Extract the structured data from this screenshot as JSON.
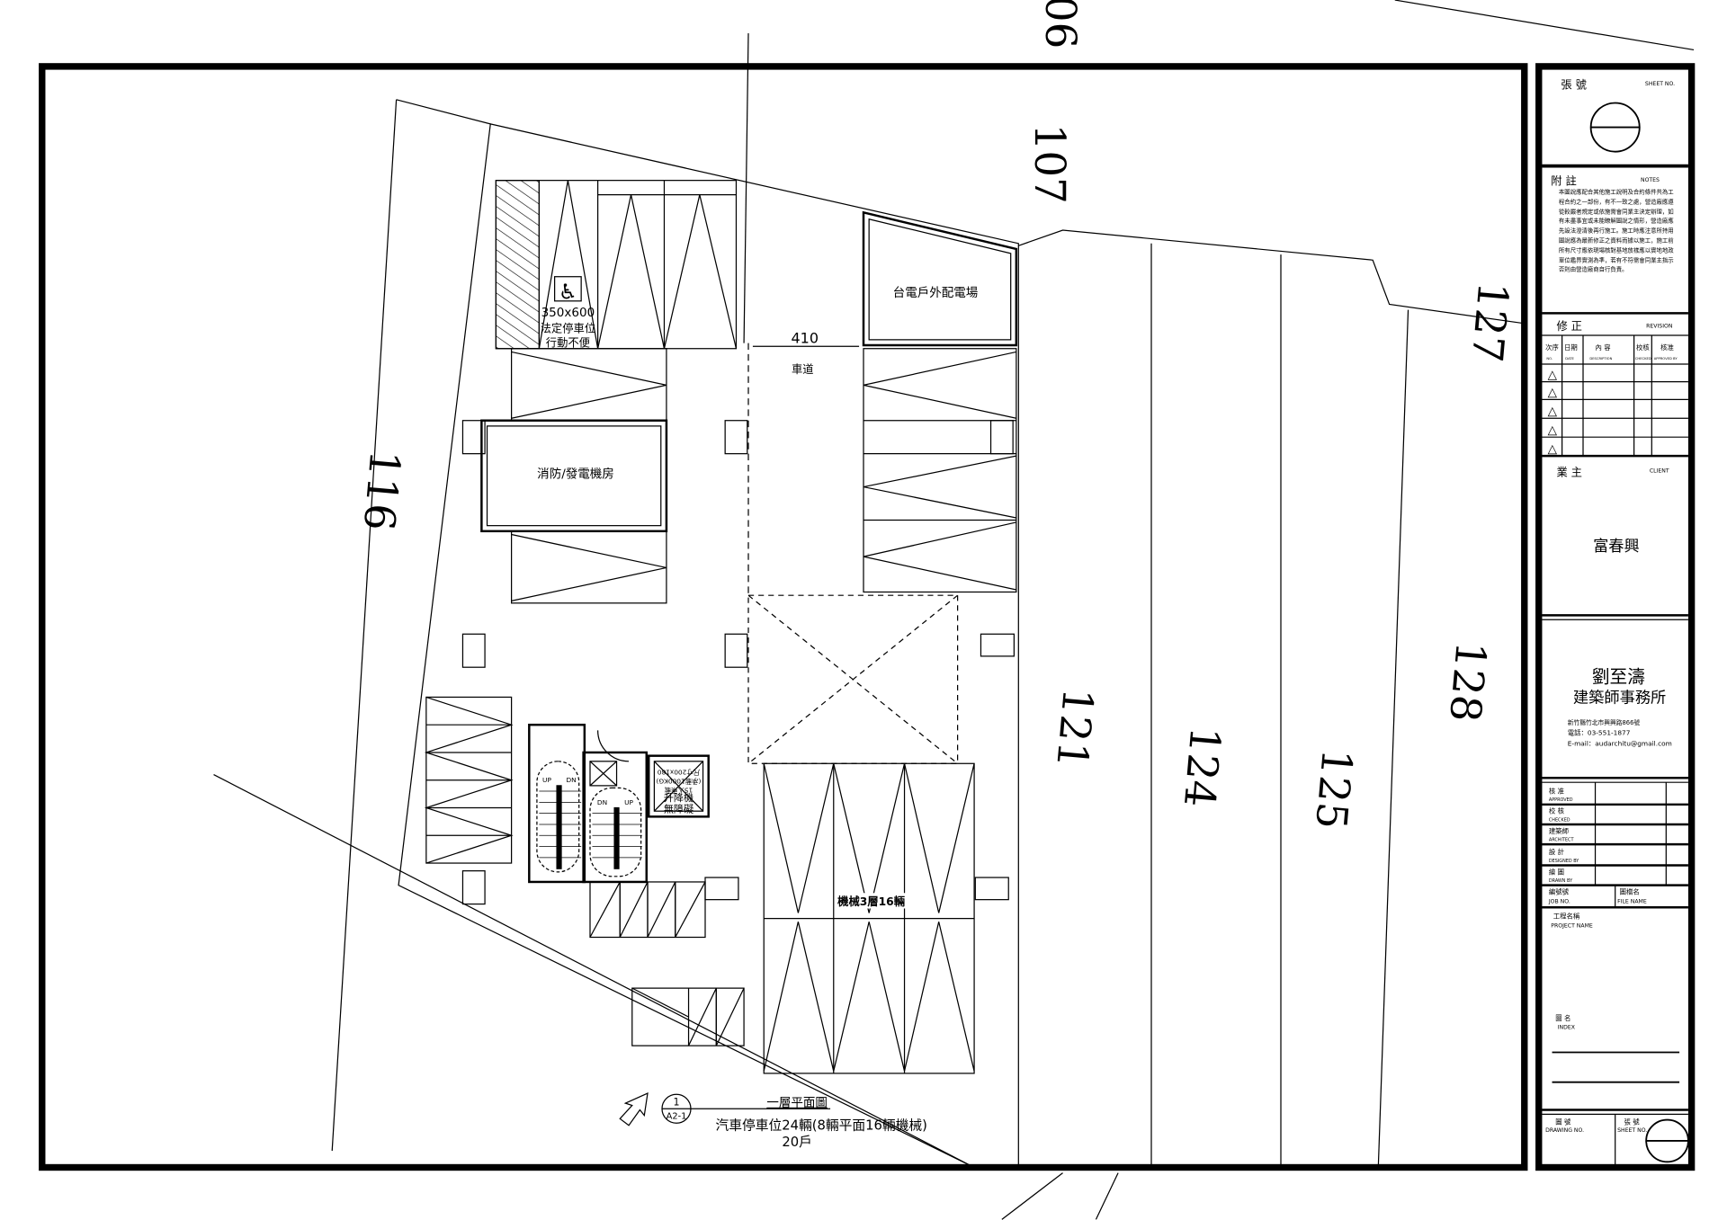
{
  "drawing": {
    "lot_numbers": [
      "06",
      "107",
      "116",
      "121",
      "124",
      "125",
      "127",
      "128"
    ],
    "rooms": {
      "generator_room": "消防/發電機房",
      "power_room": "台電戶外配電場",
      "mechanical_parking": "機械3層16輛",
      "elevator_lines": [
        "升降機",
        "無障礙"
      ],
      "elevator_mirrored": [
        "15人乘載",
        "(承載1000KG)",
        "尺寸200x180"
      ]
    },
    "accessible_stall": {
      "size": "350x600",
      "line1": "法定停車位",
      "line2": "行動不便"
    },
    "driveway": {
      "width": "410",
      "label": "車道"
    },
    "stairs": {
      "labels": [
        "UP",
        "DN",
        "DN",
        "UP"
      ]
    },
    "plan_title": {
      "title": "一層平面圖",
      "parking": "汽車停車位24輛(8輛平面16輛機械)",
      "units": "20戶",
      "ref_num": "1",
      "ref_sheet": "A2-1"
    }
  },
  "title_block": {
    "sheet_no_zh": "張 號",
    "sheet_no_en": "SHEET NO.",
    "notes_zh": "附 註",
    "notes_en": "NOTES",
    "notes_text": "本圖說應配合其他施工說明及合約條件共為工程合約之一部份，有不一致之處，營造廠應遵從較嚴者規定或依施需會同業主決定辦理，如有未盡事宜或未能瞭解圖說之情形，營造廠應先設法澄清後再行施工。施工時應注意所持用圖說應為最新修正之資料而據以施工，施工前所有尺寸應依現場核對基地放樣應以實地地政單位鑑界實測為準，若有不符需會同業主指示否則由營造廠商自行負責。",
    "revision_zh": "修 正",
    "revision_en": "REVISION",
    "rev_headers": [
      {
        "zh": "次序",
        "en": "NO."
      },
      {
        "zh": "日期",
        "en": "DATE"
      },
      {
        "zh": "內 容",
        "en": "DESCRIPTION"
      },
      {
        "zh": "校核",
        "en": "CHECKED"
      },
      {
        "zh": "核准",
        "en": "APPROVED BY"
      }
    ],
    "rev_rows": [
      "△",
      "△",
      "△",
      "△",
      "△"
    ],
    "client_zh": "業 主",
    "client_en": "CLIENT",
    "client_name": "富春興",
    "firm_line1": "劉至濤",
    "firm_line2": "建築師事務所",
    "firm_address": "新竹縣竹北市興興路866號",
    "firm_phone": "電話：03-551-1877",
    "firm_email": "E-mail：audarchitu@gmail.com",
    "sign_rows": [
      {
        "zh": "核 准",
        "en": "APPROVED"
      },
      {
        "zh": "校 核",
        "en": "CHECKED"
      },
      {
        "zh": "建築師",
        "en": "ARCHITECT"
      },
      {
        "zh": "設 計",
        "en": "DESIGNED BY"
      },
      {
        "zh": "繪 圖",
        "en": "DRAWN BY"
      }
    ],
    "job_no_zh": "編號號",
    "job_no_en": "JOB NO.",
    "file_name_zh": "圖檔名",
    "file_name_en": "FILE NAME",
    "project_zh": "工程名稱",
    "project_en": "PROJECT NAME",
    "index_zh": "圖 名",
    "index_en": "INDEX",
    "drawing_no_zh": "圖 號",
    "drawing_no_en": "DRAWING NO.",
    "sheet_no2_zh": "張 號",
    "sheet_no2_en": "SHEET NO."
  }
}
